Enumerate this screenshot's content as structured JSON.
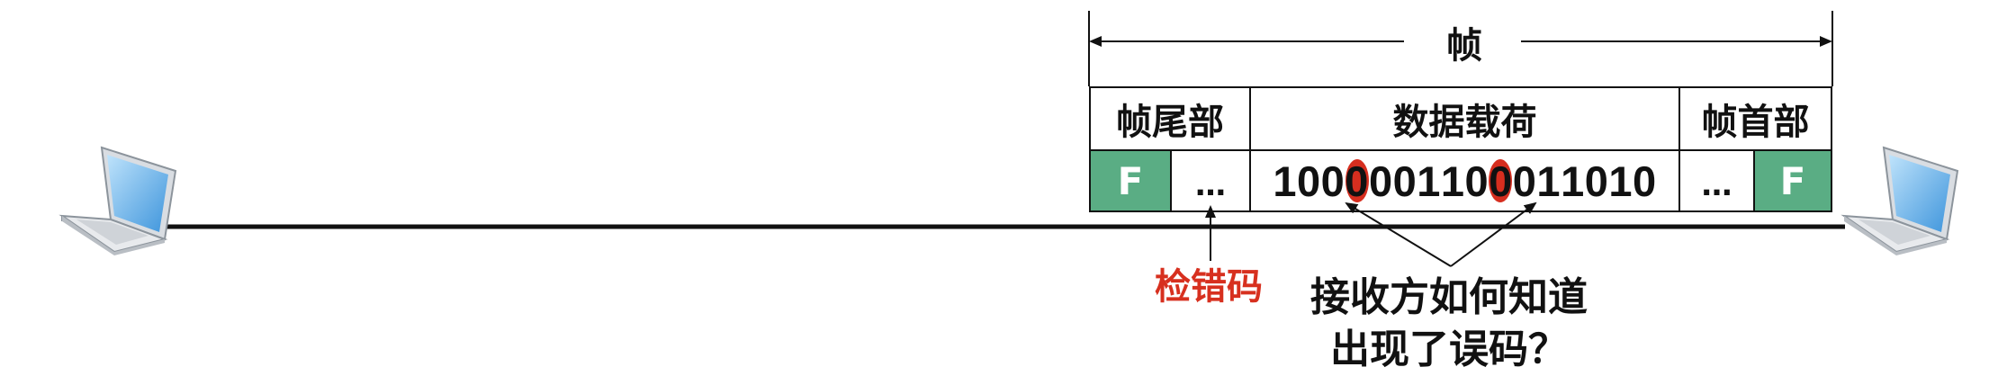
{
  "frame": {
    "title": "帧",
    "trailer_label": "帧尾部",
    "payload_label": "数据载荷",
    "header_label": "帧首部",
    "flag_left": "F",
    "flag_right": "F",
    "dots_left": "…",
    "dots_right": "…",
    "bits": [
      "1",
      "0",
      "0",
      "0",
      "0",
      "0",
      "1",
      "1",
      "0",
      "0",
      "0",
      "1",
      "1",
      "0",
      "1",
      "0"
    ],
    "error_bit_indices": [
      3,
      9
    ]
  },
  "annotations": {
    "check_code": "检错码",
    "question_line1": "接收方如何知道",
    "question_line2": "出现了误码？"
  },
  "colors": {
    "flag_fill": "#5aad84",
    "error_mark": "#d62e1f",
    "check_code_text": "#d7301f"
  },
  "icons": {
    "left_host": "laptop-icon",
    "right_host": "laptop-icon"
  }
}
